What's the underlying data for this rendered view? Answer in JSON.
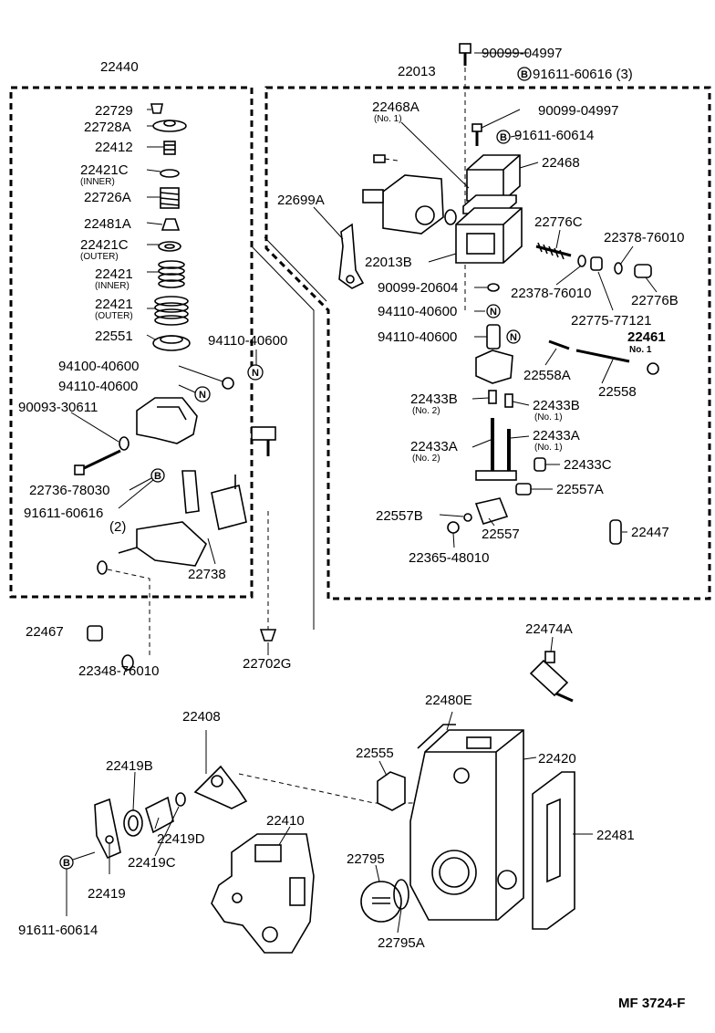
{
  "labels": {
    "p22440": "22440",
    "p22013": "22013",
    "p90099_04997_top": "90099-04997",
    "p91611_60616_3": "91611-60616 (3)",
    "p22729": "22729",
    "p22728A": "22728A",
    "p22412": "22412",
    "p22421C_inner": "22421C",
    "inner_1": "(INNER)",
    "p22726A": "22726A",
    "p22481A": "22481A",
    "p22421C_outer": "22421C",
    "outer_1": "(OUTER)",
    "p22421_inner": "22421",
    "inner_2": "(INNER)",
    "p22421_outer": "22421",
    "outer_2": "(OUTER)",
    "p22551": "22551",
    "p94110_40600_a": "94110-40600",
    "p94100_40600": "94100-40600",
    "p94110_40600_b": "94110-40600",
    "p90093_30611": "90093-30611",
    "p22736_78030": "22736-78030",
    "p91611_60616": "91611-60616",
    "qty2": "(2)",
    "p22738": "22738",
    "p22467": "22467",
    "p22348_76010": "22348-76010",
    "p22702G": "22702G",
    "p22468A": "22468A",
    "no1_a": "(No. 1)",
    "p90099_04997": "90099-04997",
    "p91611_60614_top": "91611-60614",
    "p22468": "22468",
    "p22699A": "22699A",
    "p22776C": "22776C",
    "p22378_76010_r": "22378-76010",
    "p22013B": "22013B",
    "p90099_20604": "90099-20604",
    "p22378_76010_m": "22378-76010",
    "p22776B": "22776B",
    "p94110_40600_c": "94110-40600",
    "p94110_40600_d": "94110-40600",
    "p22775_77121": "22775-77121",
    "p22461": "22461",
    "no1_b": "No. 1",
    "p22558A": "22558A",
    "p22558": "22558",
    "p22433B_no2": "22433B",
    "no2_a": "(No. 2)",
    "p22433B_no1": "22433B",
    "no1_c": "(No. 1)",
    "p22433A_no2": "22433A",
    "no2_b": "(No. 2)",
    "p22433A_no1": "22433A",
    "no1_d": "(No. 1)",
    "p22433C": "22433C",
    "p22557A": "22557A",
    "p22557B": "22557B",
    "p22557": "22557",
    "p22447": "22447",
    "p22365_48010": "22365-48010",
    "p22474A": "22474A",
    "p22408": "22408",
    "p22480E": "22480E",
    "p22555": "22555",
    "p22420": "22420",
    "p22419B": "22419B",
    "p22419D": "22419D",
    "p22419C": "22419C",
    "p22410": "22410",
    "p22481": "22481",
    "p22795": "22795",
    "p22795A": "22795A",
    "p22419": "22419",
    "p91611_60614_bot": "91611-60614",
    "footer": "MF  3724-F"
  },
  "symbols": {
    "bolt_mark": "B",
    "nut_mark": "N"
  }
}
